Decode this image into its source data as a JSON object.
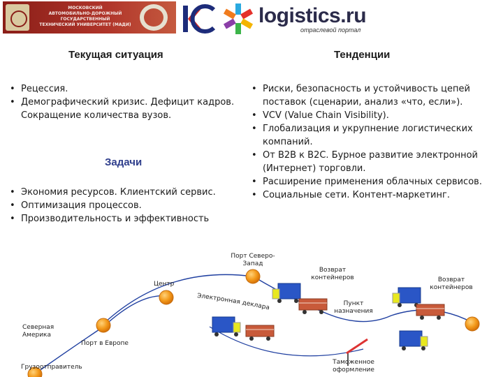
{
  "logos": {
    "madi_lines": [
      "МОСКОВСКИЙ",
      "АВТОМОБИЛЬНО-ДОРОЖНЫЙ ГОСУДАРСТВЕННЫЙ",
      "ТЕХНИЧЕСКИЙ УНИВЕРСИТЕТ (МАДИ)"
    ],
    "logistics_name": "logistics.ru",
    "logistics_tagline": "отраслевой портал"
  },
  "left": {
    "heading": "Текущая ситуация",
    "items": [
      "Рецессия.",
      "Демографический кризис. Дефицит кадров. Сокращение количества вузов."
    ],
    "tasks_heading": "Задачи",
    "tasks": [
      "Экономия ресурсов. Клиентский сервис.",
      "Оптимизация процессов.",
      "Производительность и эффективность"
    ]
  },
  "right": {
    "heading": "Тенденции",
    "items": [
      "Риски, безопасность и устойчивость цепей поставок (сценарии, анализ «что, если»).",
      "VCV (Value Chain Visibility).",
      "Глобализация и укрупнение логистических компаний.",
      "От B2B к B2C. Бурное развитие электронной (Интернет) торговли.",
      "Расширение применения облачных сервисов.",
      "Социальные сети. Контент-маркетинг."
    ]
  },
  "diagram": {
    "labels": {
      "port_nw": "Порт Северо-Запад",
      "center": "Центр",
      "north_america": "Северная Америка",
      "port_europe": "Порт в Европе",
      "shipper": "Грузоотправитель",
      "return1": "Возврат контейнеров",
      "return2": "Возврат контейнеров",
      "point": "Пункт назначения",
      "customs": "Таможенное оформление",
      "edecl": "Электронная декларация"
    },
    "colors": {
      "node": "#f39a1b",
      "line": "#1f3fa0",
      "container": "#2a56c6",
      "cab": "#e8e81f",
      "railcar": "#c85a3a"
    }
  }
}
